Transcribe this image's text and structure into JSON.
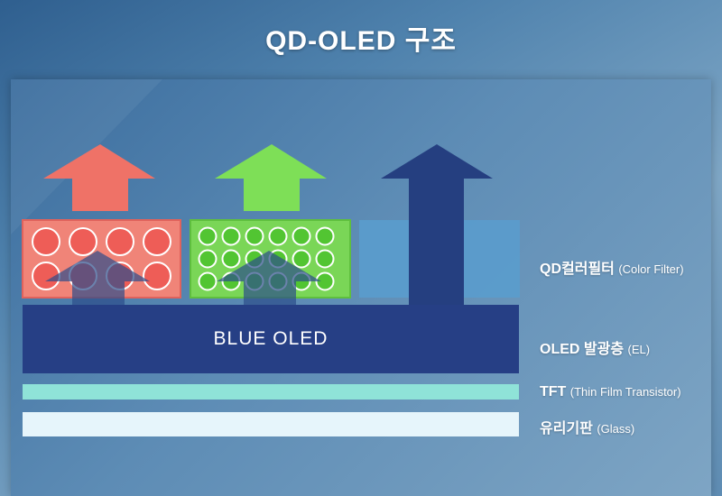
{
  "title": "QD-OLED 구조",
  "blue_oled": "BLUE OLED",
  "layers": [
    {
      "name": "QD컬러필터",
      "sub": "(Color Filter)"
    },
    {
      "name": "OLED 발광층",
      "sub": "(EL)"
    },
    {
      "name": "TFT",
      "sub": "(Thin Film Transistor)"
    },
    {
      "name": "유리기판",
      "sub": "(Glass)"
    }
  ],
  "colors": {
    "red": "#ee6e69",
    "green": "#7ddc56",
    "blue_arrow": "#243f80",
    "blue_oled": "#263f85",
    "tft": "#8fe3d8",
    "glass": "#e6f5fb",
    "clear_filter": "#5a9ccd"
  },
  "icons": [
    "up-arrow-icon"
  ]
}
